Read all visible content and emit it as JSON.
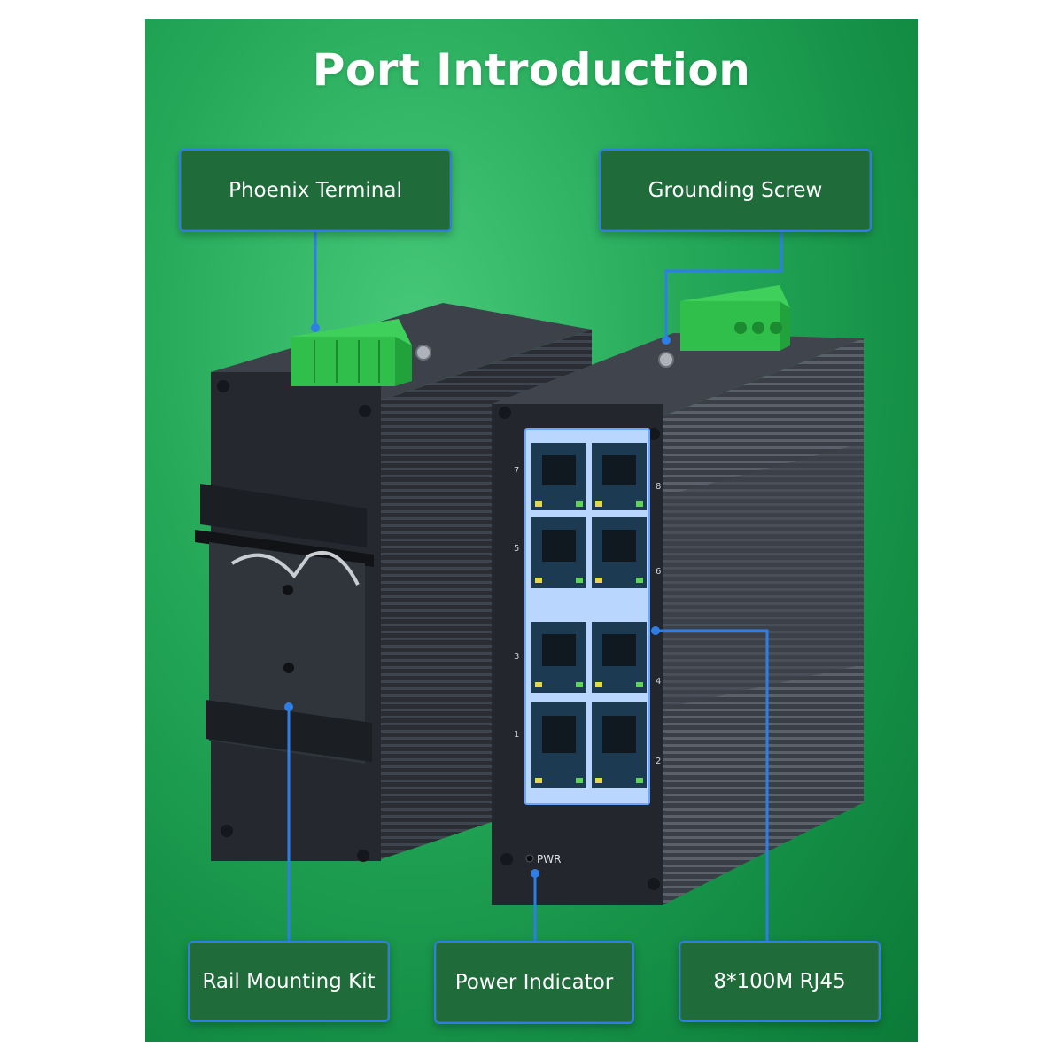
{
  "title": "Port Introduction",
  "labels": {
    "phoenix_terminal": "Phoenix Terminal",
    "grounding_screw": "Grounding Screw",
    "rail_mounting_kit": "Rail Mounting Kit",
    "power_indicator": "Power Indicator",
    "rj45_ports": "8*100M RJ45"
  },
  "device": {
    "pwr_label": "PWR",
    "port_numbers": {
      "p1": "1",
      "p2": "2",
      "p3": "3",
      "p4": "4",
      "p5": "5",
      "p6": "6",
      "p7": "7",
      "p8": "8"
    }
  },
  "colors": {
    "background_green": "#24a858",
    "callout_fill": "#1f6b3a",
    "callout_border": "#2f7ee8",
    "connector_line": "#2f7ee8",
    "terminal_green": "#2fbf4a",
    "housing": "#2b2f36"
  }
}
